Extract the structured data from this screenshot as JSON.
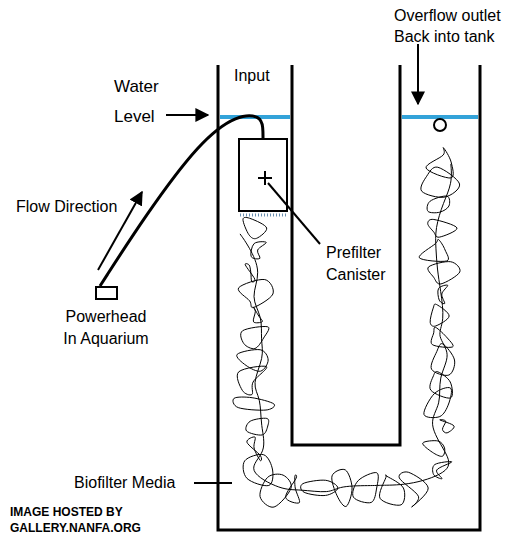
{
  "diagram": {
    "nodes": [
      {
        "text": [
          "Prefilter Canister"
        ]
      },
      {
        "text": [
          "Powerhead In Aquarium"
        ]
      }
    ],
    "edges": [
      {
        "from": 1,
        "to": 0,
        "arrow": "none"
      }
    ],
    "labels": [
      "Overflow outlet Back into tank",
      "Water Level",
      "Input",
      "Flow Direction",
      "Biofilter Media",
      "IMAGE HOSTED BY GALLERY.NANFA.ORG"
    ]
  }
}
